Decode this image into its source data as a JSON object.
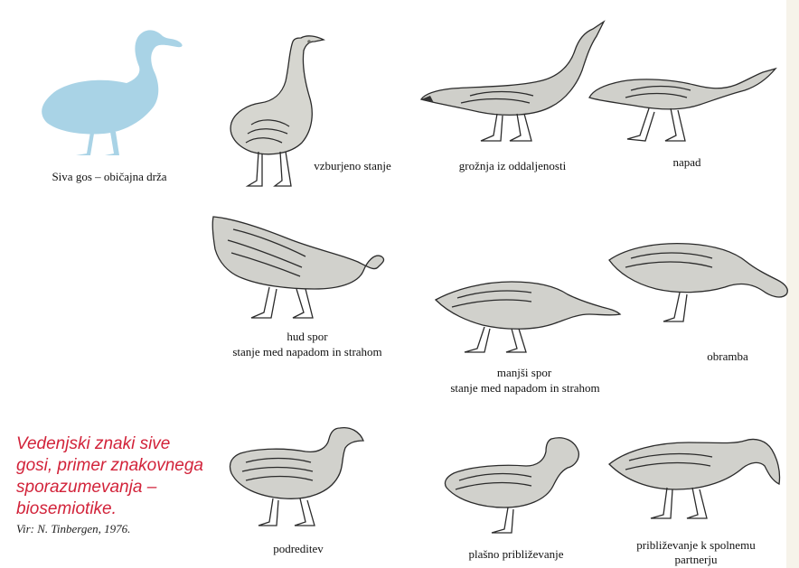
{
  "figure": {
    "items": [
      {
        "label": "Siva gos – običajna drža"
      },
      {
        "label": "vzburjeno stanje"
      },
      {
        "label": "grožnja iz oddaljenosti"
      },
      {
        "label": "napad"
      },
      {
        "label": "hud spor",
        "label2": "stanje med napadom in strahom"
      },
      {
        "label": "manjši spor",
        "label2": "stanje med napadom in strahom"
      },
      {
        "label": "obramba"
      },
      {
        "label": "podreditev"
      },
      {
        "label": "plašno približevanje"
      },
      {
        "label": "približevanje k spolnemu",
        "label2": "partnerju"
      }
    ],
    "colors": {
      "silhouette": "#a9d3e6",
      "ink": "#2b2b2b",
      "caption": "#d2233a"
    }
  },
  "caption": {
    "text": "Vedenjski znaki sive gosi, primer znakovnega sporazumevanja – biosemiotike.",
    "source": "Vir: N. Tinbergen, 1976."
  }
}
